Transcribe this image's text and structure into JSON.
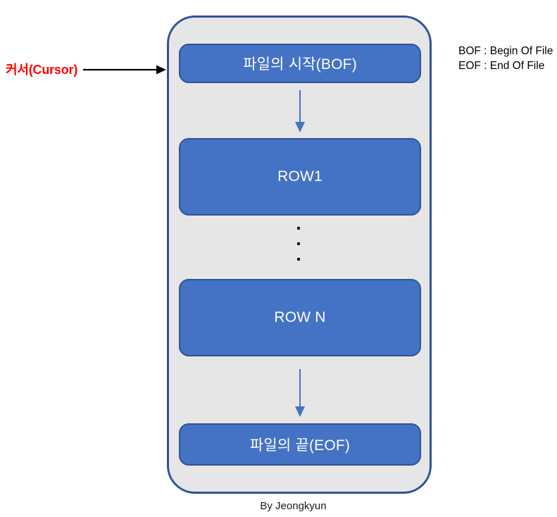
{
  "cursor_annotation": {
    "label": "커서(Cursor)",
    "color": "#FF0000",
    "arrow_icon": "right-arrow-icon"
  },
  "legend": {
    "lines": [
      "BOF : Begin Of File",
      "EOF : End Of File"
    ]
  },
  "file_container": {
    "fill_color": "#E7E6E6",
    "border_color": "#2F5496",
    "boxes": [
      {
        "id": "bof",
        "label": "파일의 시작(BOF)"
      },
      {
        "id": "row1",
        "label": "ROW1"
      },
      {
        "id": "rown",
        "label": "ROW N"
      },
      {
        "id": "eof",
        "label": "파일의 끝(EOF)"
      }
    ],
    "box_fill_color": "#4472C4",
    "box_border_color": "#2F5496",
    "box_text_color": "#FFFFFF",
    "arrows": [
      {
        "id": "bof-to-row1",
        "direction": "down",
        "color": "#4472C4"
      },
      {
        "id": "rown-to-eof",
        "direction": "down",
        "color": "#4472C4"
      }
    ],
    "ellipsis": {
      "orientation": "vertical",
      "dot_count": 3,
      "color": "#1A1A1A"
    }
  },
  "caption": {
    "text": "By Jeongkyun"
  }
}
